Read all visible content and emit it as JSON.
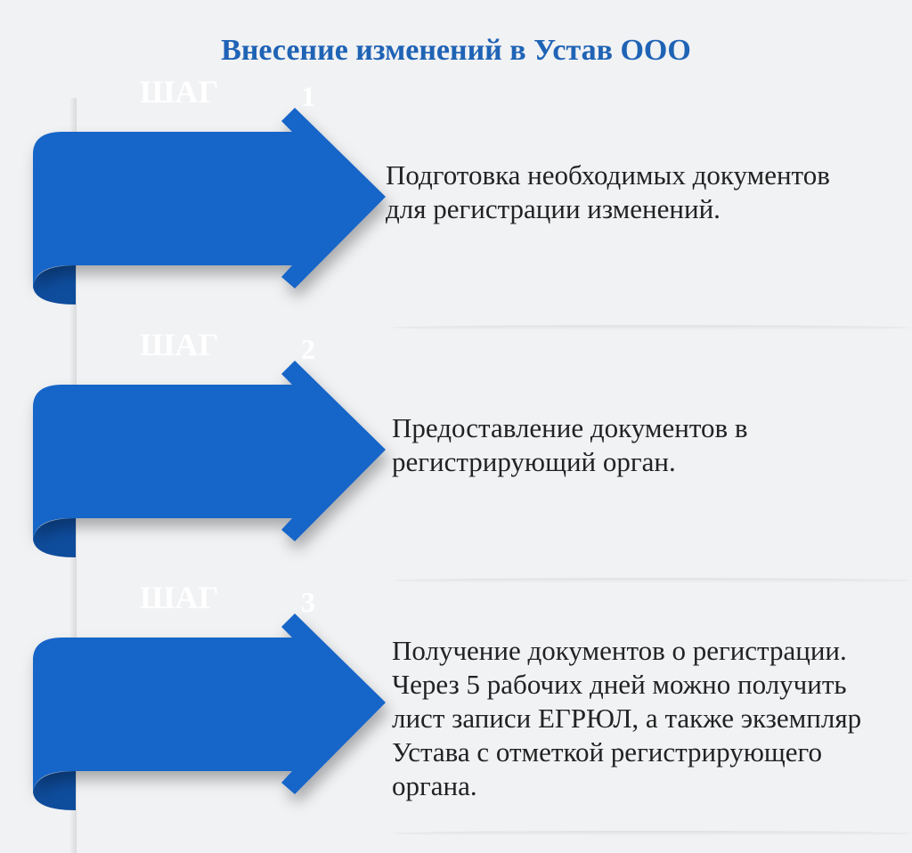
{
  "title": "Внесение изменений в Устав ООО",
  "colors": {
    "accent": "#1565c8",
    "accent_dark": "#0e4c9c",
    "title": "#1f63b5"
  },
  "steps": [
    {
      "word": "ШАГ",
      "number": "1",
      "lines": [
        "Подготовка необходимых документов",
        "для регистрации изменений."
      ]
    },
    {
      "word": "ШАГ",
      "number": "2",
      "lines": [
        "Предоставление документов в",
        "регистрирующий орган."
      ]
    },
    {
      "word": "ШАГ",
      "number": "3",
      "lines": [
        "Получение документов о регистрации.",
        "Через 5 рабочих дней можно получить",
        "лист записи ЕГРЮЛ, а также экземпляр",
        "Устава с отметкой регистрирующего",
        "органа."
      ]
    }
  ]
}
